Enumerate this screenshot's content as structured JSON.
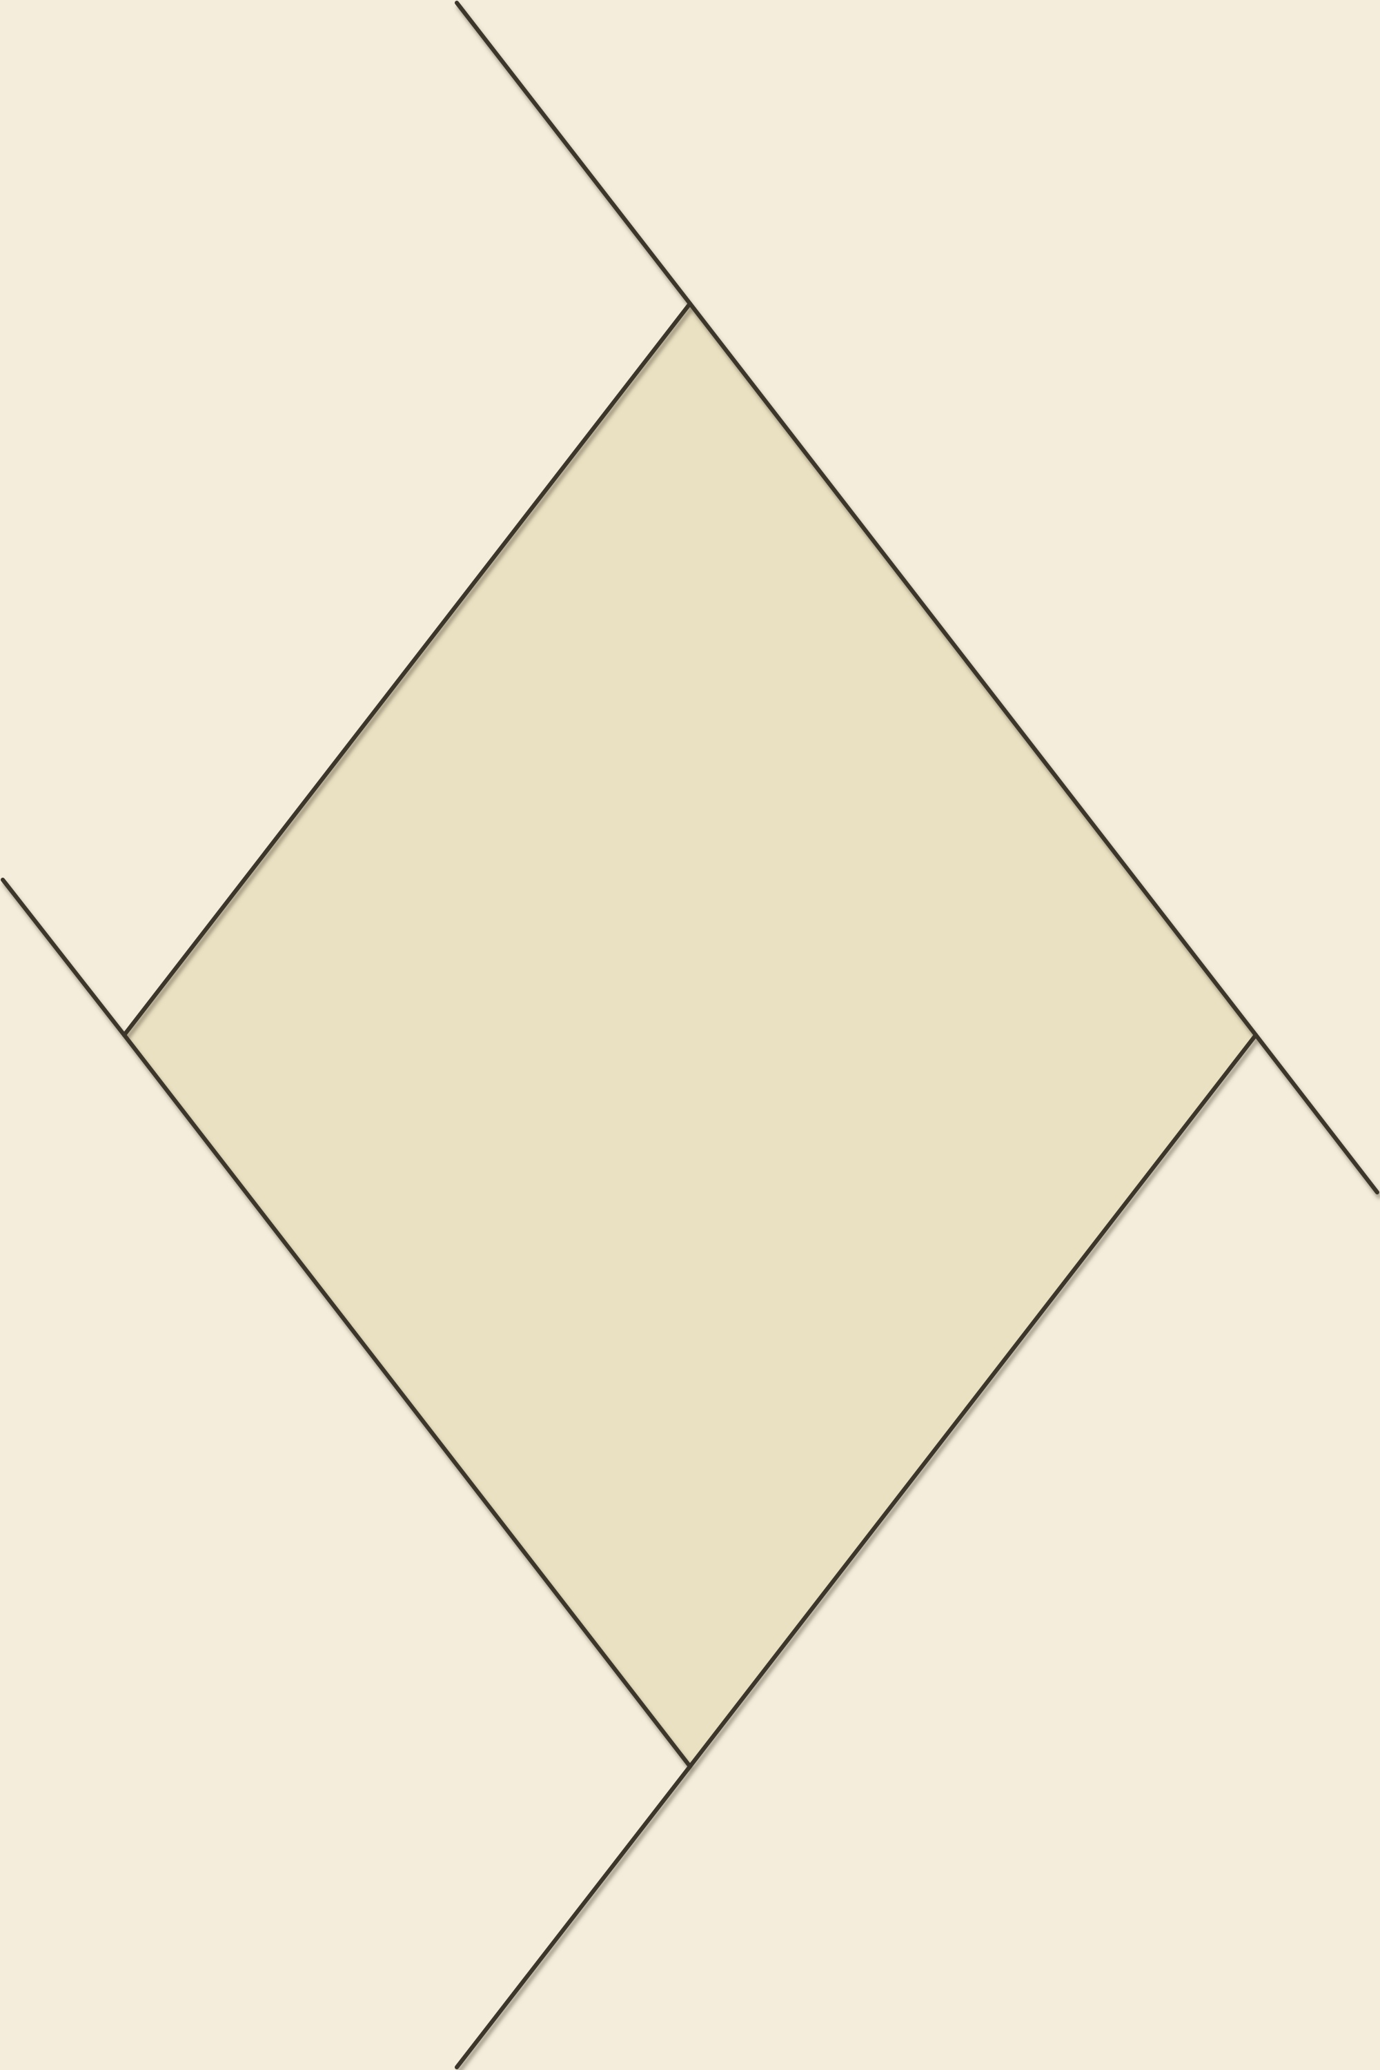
{
  "colors": {
    "background": "#F4EDDB",
    "diamond_fill": "#EAE1C2",
    "line": "#3A352C",
    "shadow": "#5A503C"
  },
  "shapes": {
    "background_panel": "cream-background",
    "central_shape": "diamond",
    "strokes": "diagonal-lines"
  }
}
